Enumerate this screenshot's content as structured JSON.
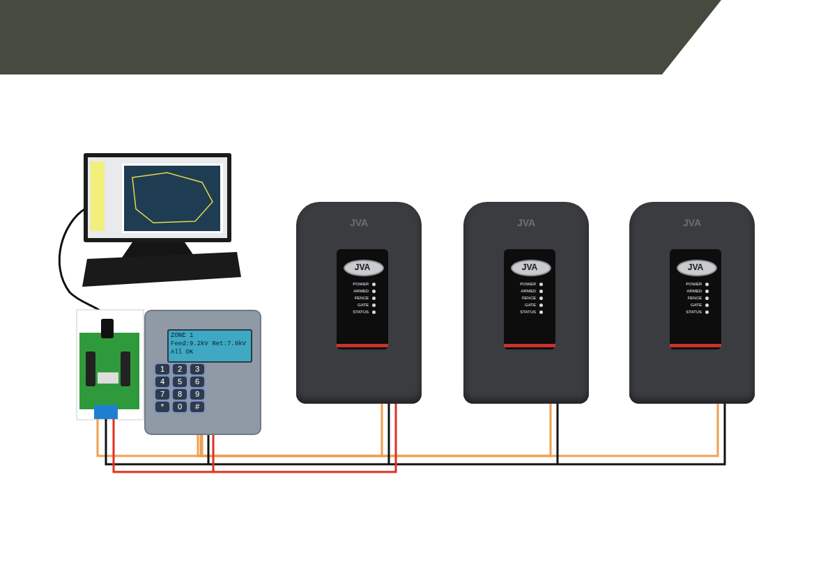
{
  "diagram": {
    "nodes": [
      {
        "text": [
          "ZONE 1",
          "Feed:9.2kV Ret:7.9kV",
          "All OK"
        ]
      },
      {
        "text": [
          "JVA",
          "JVA",
          "POWER",
          "ARMED",
          "FENCE",
          "GATE",
          "STATUS"
        ]
      },
      {
        "text": [
          "JVA",
          "JVA",
          "POWER",
          "ARMED",
          "FENCE",
          "GATE",
          "STATUS"
        ]
      },
      {
        "text": [
          "JVA",
          "JVA",
          "POWER",
          "ARMED",
          "FENCE",
          "GATE",
          "STATUS"
        ]
      }
    ],
    "edges": [
      {
        "from": 0,
        "to": 1,
        "arrow": "none"
      },
      {
        "from": 0,
        "to": 2,
        "arrow": "none"
      },
      {
        "from": 0,
        "to": 3,
        "arrow": "none"
      }
    ],
    "labels": [
      "1",
      "2",
      "3",
      "4",
      "5",
      "6",
      "7",
      "8",
      "9",
      "*",
      "0",
      "#"
    ]
  }
}
